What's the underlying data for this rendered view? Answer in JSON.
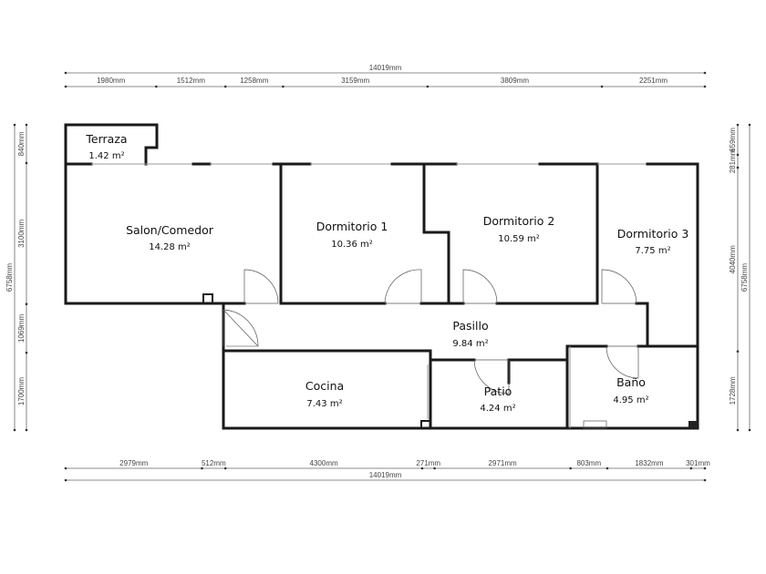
{
  "rooms": {
    "terraza": {
      "name": "Terraza",
      "area": "1.42 m²"
    },
    "salon": {
      "name": "Salon/Comedor",
      "area": "14.28 m²"
    },
    "dorm1": {
      "name": "Dormitorio 1",
      "area": "10.36 m²"
    },
    "dorm2": {
      "name": "Dormitorio 2",
      "area": "10.59 m²"
    },
    "dorm3": {
      "name": "Dormitorio 3",
      "area": "7.75 m²"
    },
    "pasillo": {
      "name": "Pasillo",
      "area": "9.84 m²"
    },
    "cocina": {
      "name": "Cocina",
      "area": "7.43 m²"
    },
    "patio": {
      "name": "Patio",
      "area": "4.24 m²"
    },
    "bano": {
      "name": "Baño",
      "area": "4.95 m²"
    }
  },
  "dimensions": {
    "top_total": {
      "value": 14019,
      "label": "14019mm"
    },
    "top_segments": [
      {
        "value": 1980,
        "label": "1980mm"
      },
      {
        "value": 1512,
        "label": "1512mm"
      },
      {
        "value": 1258,
        "label": "1258mm"
      },
      {
        "value": 3159,
        "label": "3159mm"
      },
      {
        "value": 3809,
        "label": "3809mm"
      },
      {
        "value": 2251,
        "label": "2251mm"
      }
    ],
    "bottom_segments": [
      {
        "value": 2979,
        "label": "2979mm"
      },
      {
        "value": 512,
        "label": "512mm"
      },
      {
        "value": 4300,
        "label": "4300mm"
      },
      {
        "value": 271,
        "label": "271mm"
      },
      {
        "value": 2971,
        "label": "2971mm"
      },
      {
        "value": 803,
        "label": "803mm"
      },
      {
        "value": 1832,
        "label": "1832mm"
      },
      {
        "value": 301,
        "label": "301mm"
      }
    ],
    "bottom_total": {
      "value": 14019,
      "label": "14019mm"
    },
    "left_total": {
      "value": 6758,
      "label": "6758mm"
    },
    "left_segments": [
      {
        "value": 840,
        "label": "840mm"
      },
      {
        "value": 3100,
        "label": "3100mm"
      },
      {
        "value": 1069,
        "label": "1069mm"
      },
      {
        "value": 1700,
        "label": "1700mm"
      }
    ],
    "right_segments": [
      {
        "value": 659,
        "label": "659mm"
      },
      {
        "value": 281,
        "label": "281mm"
      },
      {
        "value": 4040,
        "label": "4040mm"
      },
      {
        "value": 1728,
        "label": "1728mm"
      }
    ],
    "right_total": {
      "value": 6758,
      "label": "6758mm"
    }
  }
}
